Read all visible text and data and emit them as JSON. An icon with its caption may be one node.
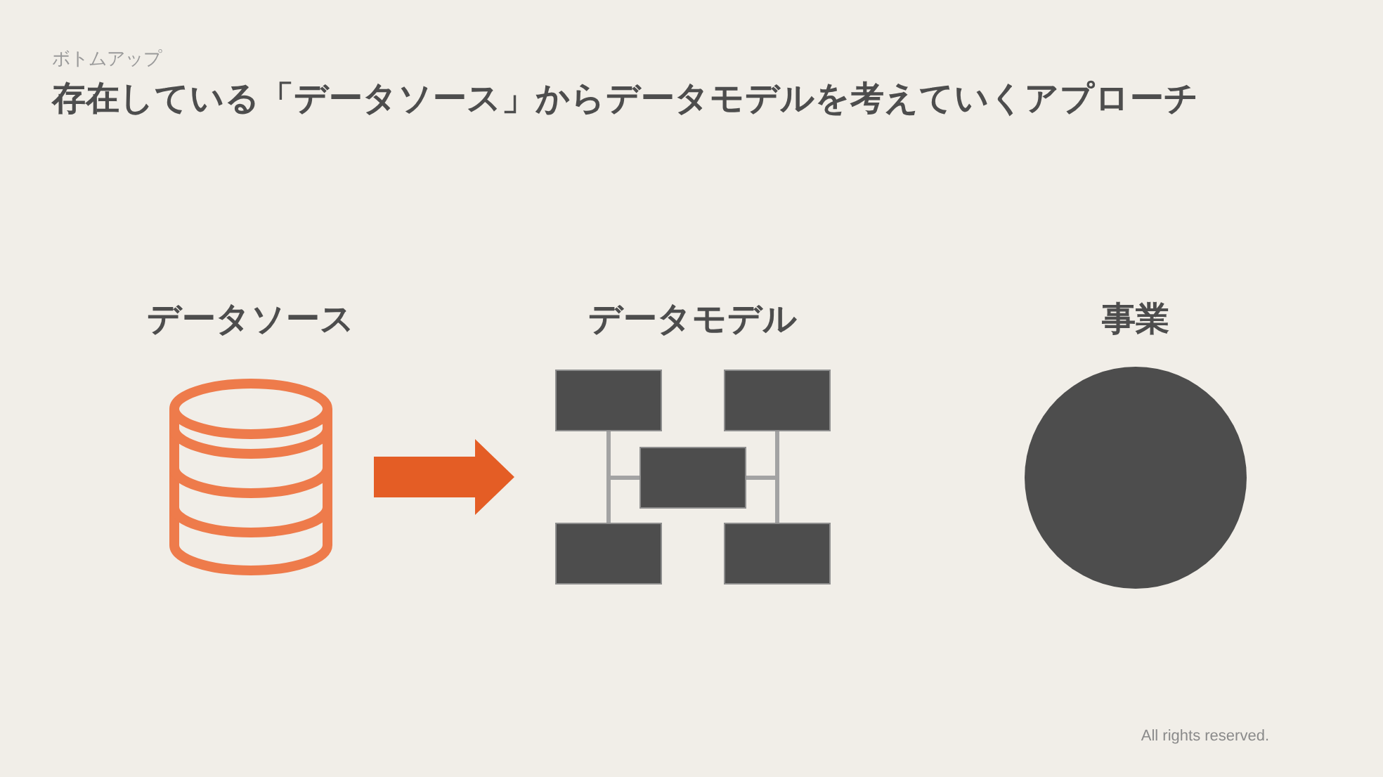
{
  "diagram": {
    "title": "存在している「データソース」からデータモデルを考えていくアプローチ",
    "nodes": [
      {
        "text": [
          "データソース"
        ]
      },
      {
        "text": [
          "データモデル"
        ]
      },
      {
        "text": [
          "事業"
        ]
      }
    ],
    "edges": [
      {
        "from": 0,
        "to": 1,
        "arrow": "to",
        "color": "#e45d25"
      }
    ],
    "labels": [
      "ボトムアップ",
      "All rights reserved."
    ]
  }
}
